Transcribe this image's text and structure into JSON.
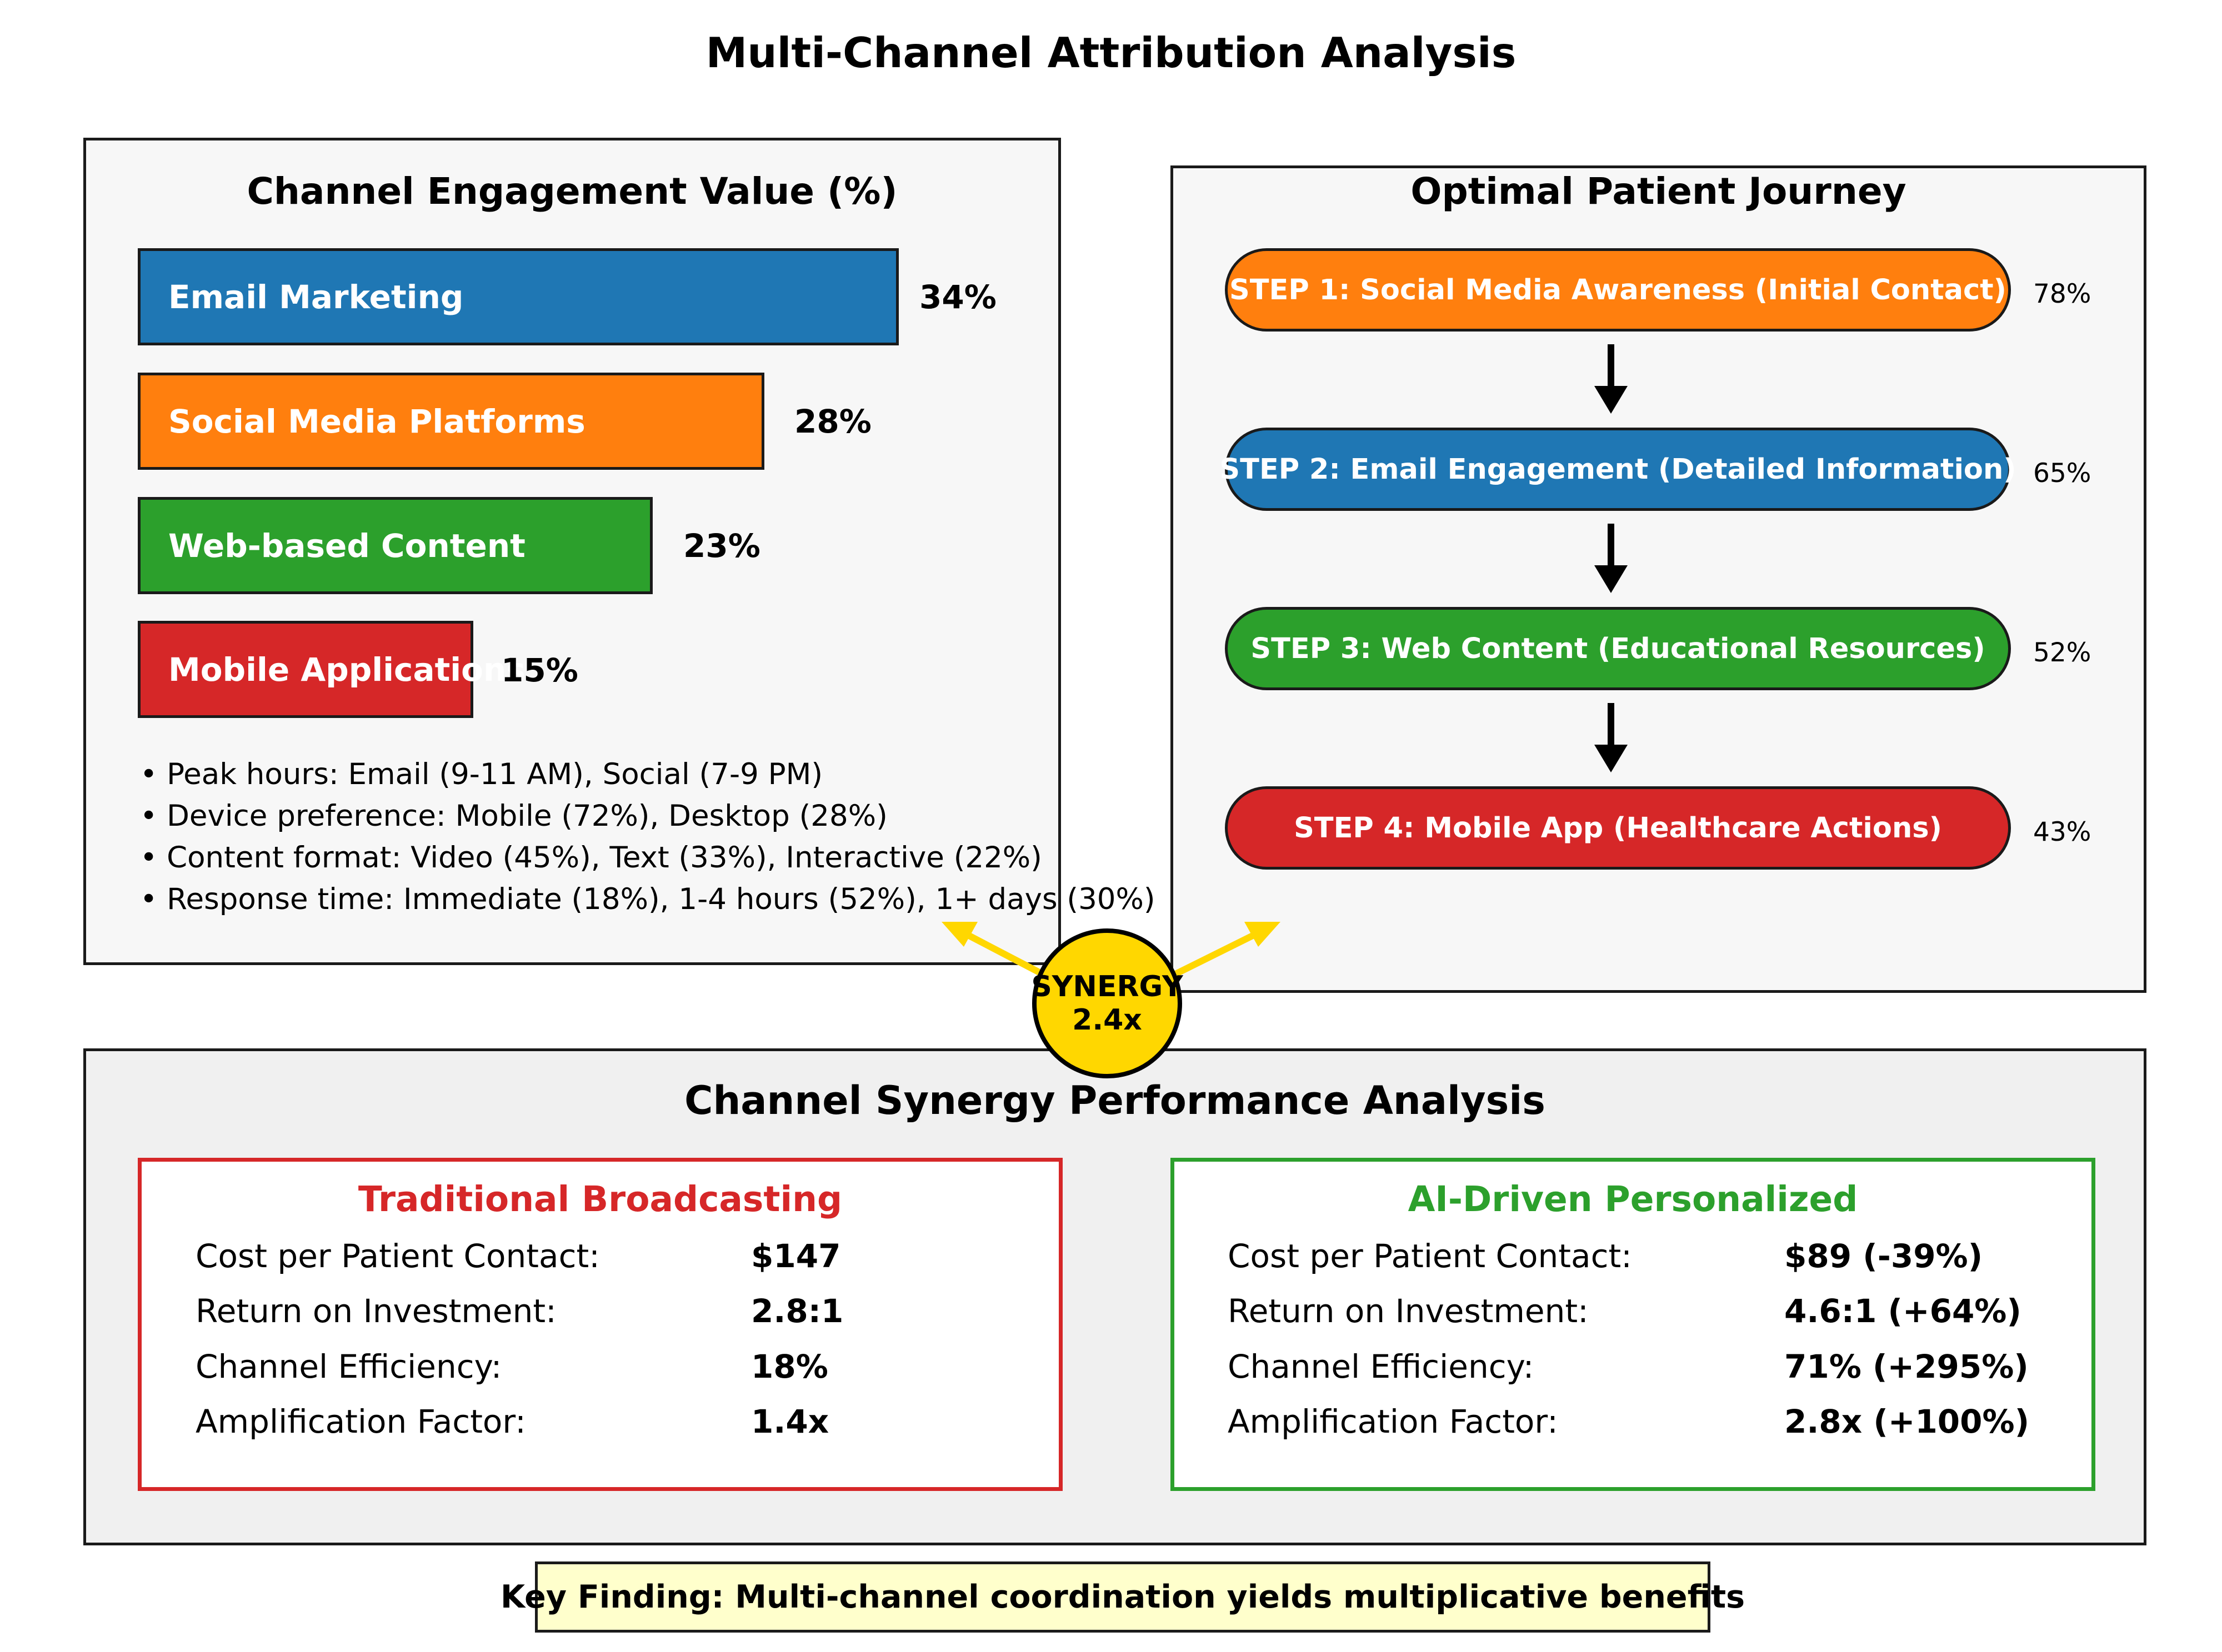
{
  "title": "Multi-Channel Attribution Analysis",
  "engagement_panel": {
    "title": "Channel Engagement Value (%)",
    "bars": [
      {
        "label": "Email Marketing",
        "value": 34,
        "value_label": "34%",
        "color": "#1f77b4"
      },
      {
        "label": "Social Media Platforms",
        "value": 28,
        "value_label": "28%",
        "color": "#ff7f0e"
      },
      {
        "label": "Web-based Content",
        "value": 23,
        "value_label": "23%",
        "color": "#2ca02c"
      },
      {
        "label": "Mobile Applications",
        "value": 15,
        "value_label": "15%",
        "color": "#d62728"
      }
    ],
    "bullets": [
      "• Peak hours: Email (9-11 AM), Social (7-9 PM)",
      "• Device preference: Mobile (72%), Desktop (28%)",
      "• Content format: Video (45%), Text (33%), Interactive (22%)",
      "• Response time: Immediate (18%), 1-4 hours (52%), 1+ days (30%)"
    ]
  },
  "journey_panel": {
    "title": "Optimal Patient Journey",
    "steps": [
      {
        "label": "STEP 1: Social Media Awareness (Initial Contact)",
        "pct": "78%",
        "color": "#ff7f0e"
      },
      {
        "label": "STEP 2: Email Engagement (Detailed Information)",
        "pct": "65%",
        "color": "#1f77b4"
      },
      {
        "label": "STEP 3: Web Content (Educational Resources)",
        "pct": "52%",
        "color": "#2ca02c"
      },
      {
        "label": "STEP 4: Mobile App (Healthcare Actions)",
        "pct": "43%",
        "color": "#d62728"
      }
    ]
  },
  "synergy_badge": {
    "line1": "SYNERGY",
    "line2": "2.4x",
    "color": "#ffd700"
  },
  "synergy_panel": {
    "title": "Channel Synergy Performance Analysis",
    "traditional": {
      "title": "Traditional Broadcasting",
      "color": "#d62728",
      "rows": [
        {
          "label": "Cost per Patient Contact:",
          "value": "$147"
        },
        {
          "label": "Return on Investment:",
          "value": "2.8:1"
        },
        {
          "label": "Channel Efficiency:",
          "value": "18%"
        },
        {
          "label": "Amplification Factor:",
          "value": "1.4x"
        }
      ]
    },
    "ai_driven": {
      "title": "AI-Driven Personalized",
      "color": "#2ca02c",
      "rows": [
        {
          "label": "Cost per Patient Contact:",
          "value": "$89 (-39%)"
        },
        {
          "label": "Return on Investment:",
          "value": "4.6:1 (+64%)"
        },
        {
          "label": "Channel Efficiency:",
          "value": "71% (+295%)"
        },
        {
          "label": "Amplification Factor:",
          "value": "2.8x (+100%)"
        }
      ]
    }
  },
  "key_finding": "Key Finding: Multi-channel coordination yields multiplicative benefits"
}
